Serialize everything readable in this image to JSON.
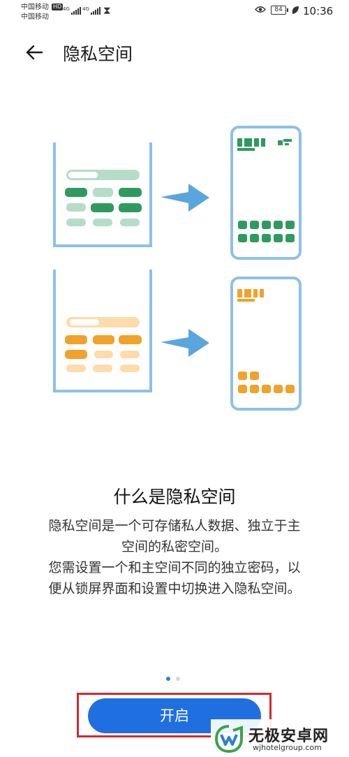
{
  "status_bar": {
    "carrier1": "中国移动",
    "carrier2": "中国移动",
    "hd_badge": "HD",
    "signal_type": "4G",
    "battery_level": "84",
    "time": "10:36"
  },
  "header": {
    "title": "隐私空间"
  },
  "content": {
    "heading": "什么是隐私空间",
    "description_lines": [
      "隐私空间是一个可存储私人数据、独立于主",
      "空间的私密空间。",
      "您需设置一个和主空间不同的独立密码，以",
      "便从锁屏界面和设置中切换进入隐私空间。"
    ]
  },
  "pager": {
    "count": 2,
    "active_index": 0
  },
  "actions": {
    "primary_label": "开启"
  },
  "watermark": {
    "name": "无极安卓网",
    "url": "wjhotelgroup.com"
  },
  "colors": {
    "accent_blue": "#1f6fe0",
    "green_dark": "#2e9a5e",
    "green_light": "#b5dcc7",
    "orange_dark": "#f0a22a",
    "orange_light": "#fbdcaa",
    "arrow_blue": "#5aa6dc",
    "frame_blue": "#8ec0e6",
    "highlight_red": "#d4282f"
  },
  "icons": [
    "back-arrow-icon",
    "eye-icon",
    "battery-icon",
    "leaf-icon",
    "hourglass-icon"
  ]
}
